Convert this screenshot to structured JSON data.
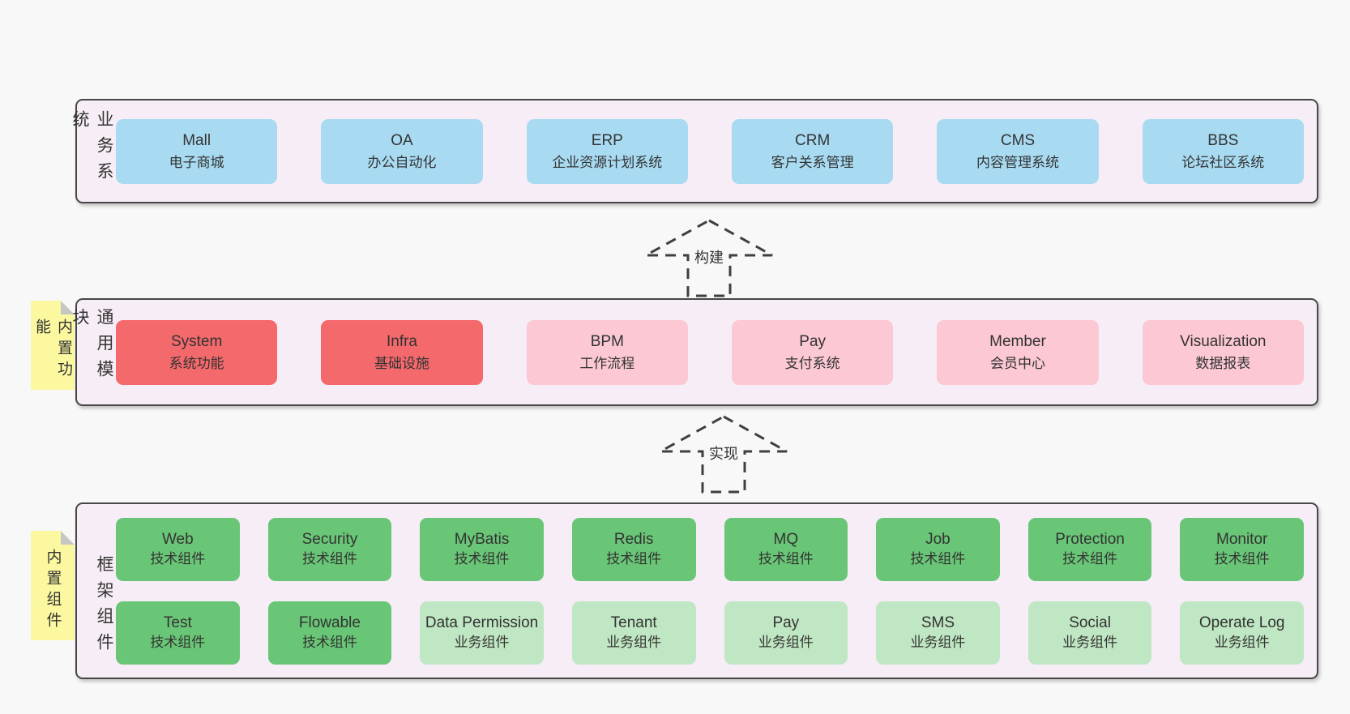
{
  "palette": {
    "page_bg": "#f8f8f8",
    "band_bg": "#f7edf6",
    "band_border": "#474747",
    "blue_box": "#a8dbf2",
    "red_box": "#f4696c",
    "pink_box": "#fbc8d3",
    "green_box": "#69c676",
    "light_green_box": "#c0e7c3",
    "sticky_yellow": "#fbf8a0",
    "text": "#333333"
  },
  "arrows": {
    "build": "构建",
    "implement": "实现"
  },
  "business_band": {
    "label": "业务系统",
    "boxes": [
      {
        "title": "Mall",
        "subtitle": "电子商城"
      },
      {
        "title": "OA",
        "subtitle": "办公自动化"
      },
      {
        "title": "ERP",
        "subtitle": "企业资源计划系统"
      },
      {
        "title": "CRM",
        "subtitle": "客户关系管理"
      },
      {
        "title": "CMS",
        "subtitle": "内容管理系统"
      },
      {
        "title": "BBS",
        "subtitle": "论坛社区系统"
      }
    ]
  },
  "modules_band": {
    "label": "通用模块",
    "sticky": "内置功能",
    "boxes": [
      {
        "title": "System",
        "subtitle": "系统功能"
      },
      {
        "title": "Infra",
        "subtitle": "基础设施"
      },
      {
        "title": "BPM",
        "subtitle": "工作流程"
      },
      {
        "title": "Pay",
        "subtitle": "支付系统"
      },
      {
        "title": "Member",
        "subtitle": "会员中心"
      },
      {
        "title": "Visualization",
        "subtitle": "数据报表"
      }
    ]
  },
  "components_band": {
    "label": "框架组件",
    "sticky": "内置组件",
    "rows": [
      [
        {
          "title": "Web",
          "subtitle": "技术组件"
        },
        {
          "title": "Security",
          "subtitle": "技术组件"
        },
        {
          "title": "MyBatis",
          "subtitle": "技术组件"
        },
        {
          "title": "Redis",
          "subtitle": "技术组件"
        },
        {
          "title": "MQ",
          "subtitle": "技术组件"
        },
        {
          "title": "Job",
          "subtitle": "技术组件"
        },
        {
          "title": "Protection",
          "subtitle": "技术组件"
        },
        {
          "title": "Monitor",
          "subtitle": "技术组件"
        }
      ],
      [
        {
          "title": "Test",
          "subtitle": "技术组件"
        },
        {
          "title": "Flowable",
          "subtitle": "技术组件"
        },
        {
          "title": "Data Permission",
          "subtitle": "业务组件"
        },
        {
          "title": "Tenant",
          "subtitle": "业务组件"
        },
        {
          "title": "Pay",
          "subtitle": "业务组件"
        },
        {
          "title": "SMS",
          "subtitle": "业务组件"
        },
        {
          "title": "Social",
          "subtitle": "业务组件"
        },
        {
          "title": "Operate Log",
          "subtitle": "业务组件"
        }
      ]
    ]
  }
}
